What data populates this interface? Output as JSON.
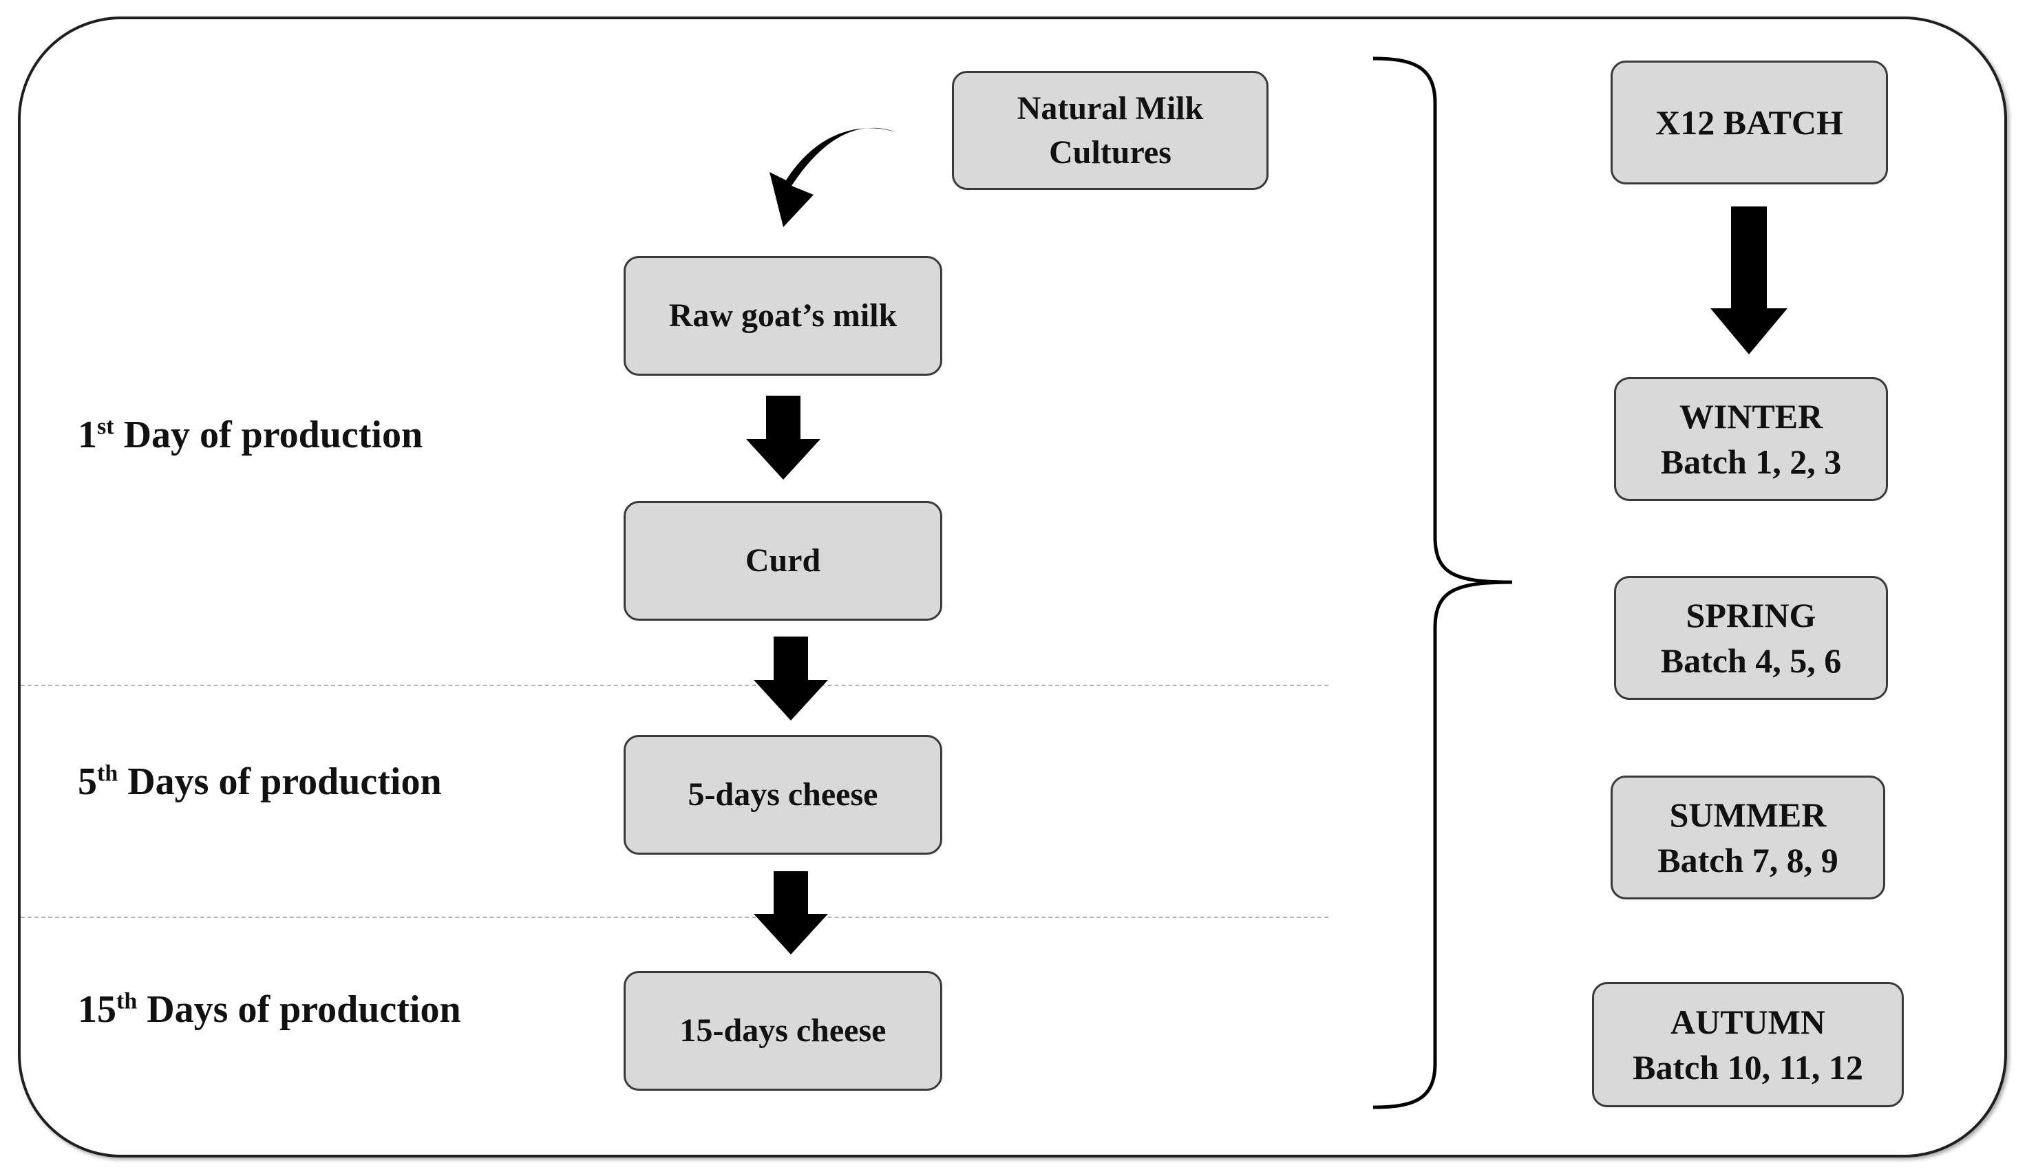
{
  "flow": {
    "natural_milk_cultures": [
      "Natural Milk",
      "Cultures"
    ],
    "raw_goats_milk": "Raw goat’s milk",
    "curd": "Curd",
    "five_days_cheese": "5-days cheese",
    "fifteen_days_cheese": "15-days cheese"
  },
  "stages": {
    "day1": {
      "num": "1",
      "sup": "st",
      "text": " Day of production"
    },
    "day5": {
      "num": "5",
      "sup": "th",
      "text": " Days of production"
    },
    "day15": {
      "num": "15",
      "sup": "th",
      "text": " Days of production"
    }
  },
  "batches": {
    "header": "X12 BATCH",
    "winter": [
      "WINTER",
      "Batch 1, 2, 3"
    ],
    "spring": [
      "SPRING",
      "Batch 4, 5, 6"
    ],
    "summer": [
      "SUMMER",
      "Batch 7, 8, 9"
    ],
    "autumn": [
      "AUTUMN",
      "Batch 10, 11, 12"
    ]
  },
  "colors": {
    "box_fill": "#d9d9d9",
    "border": "#1f1f1f",
    "arrow": "#000000",
    "divider": "#b5b5b5"
  }
}
